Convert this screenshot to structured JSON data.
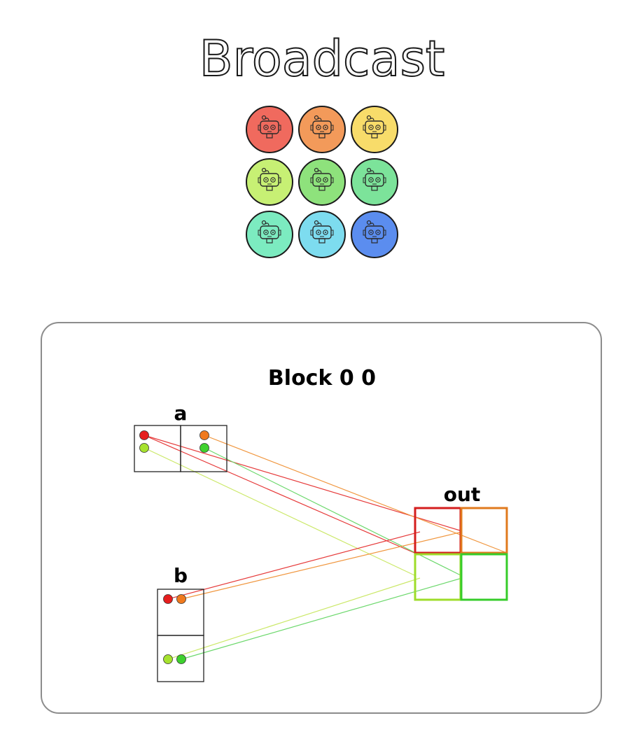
{
  "title": "Broadcast",
  "robots": {
    "colors": [
      "#f06a5e",
      "#f39a5a",
      "#f8dc6a",
      "#c7f074",
      "#8ee27c",
      "#7ce39a",
      "#7cebc0",
      "#7ddcef",
      "#5b8def"
    ]
  },
  "block": {
    "title": "Block 0 0",
    "a_label": "a",
    "b_label": "b",
    "out_label": "out"
  },
  "colors": {
    "red": "#e61e1e",
    "orange": "#f07a1e",
    "light_green": "#a6e22e",
    "green": "#3ed12e",
    "line_red": "#e63a3a",
    "line_orange": "#f0963e",
    "line_light_green": "#cbe868",
    "line_green": "#6cd86c"
  }
}
